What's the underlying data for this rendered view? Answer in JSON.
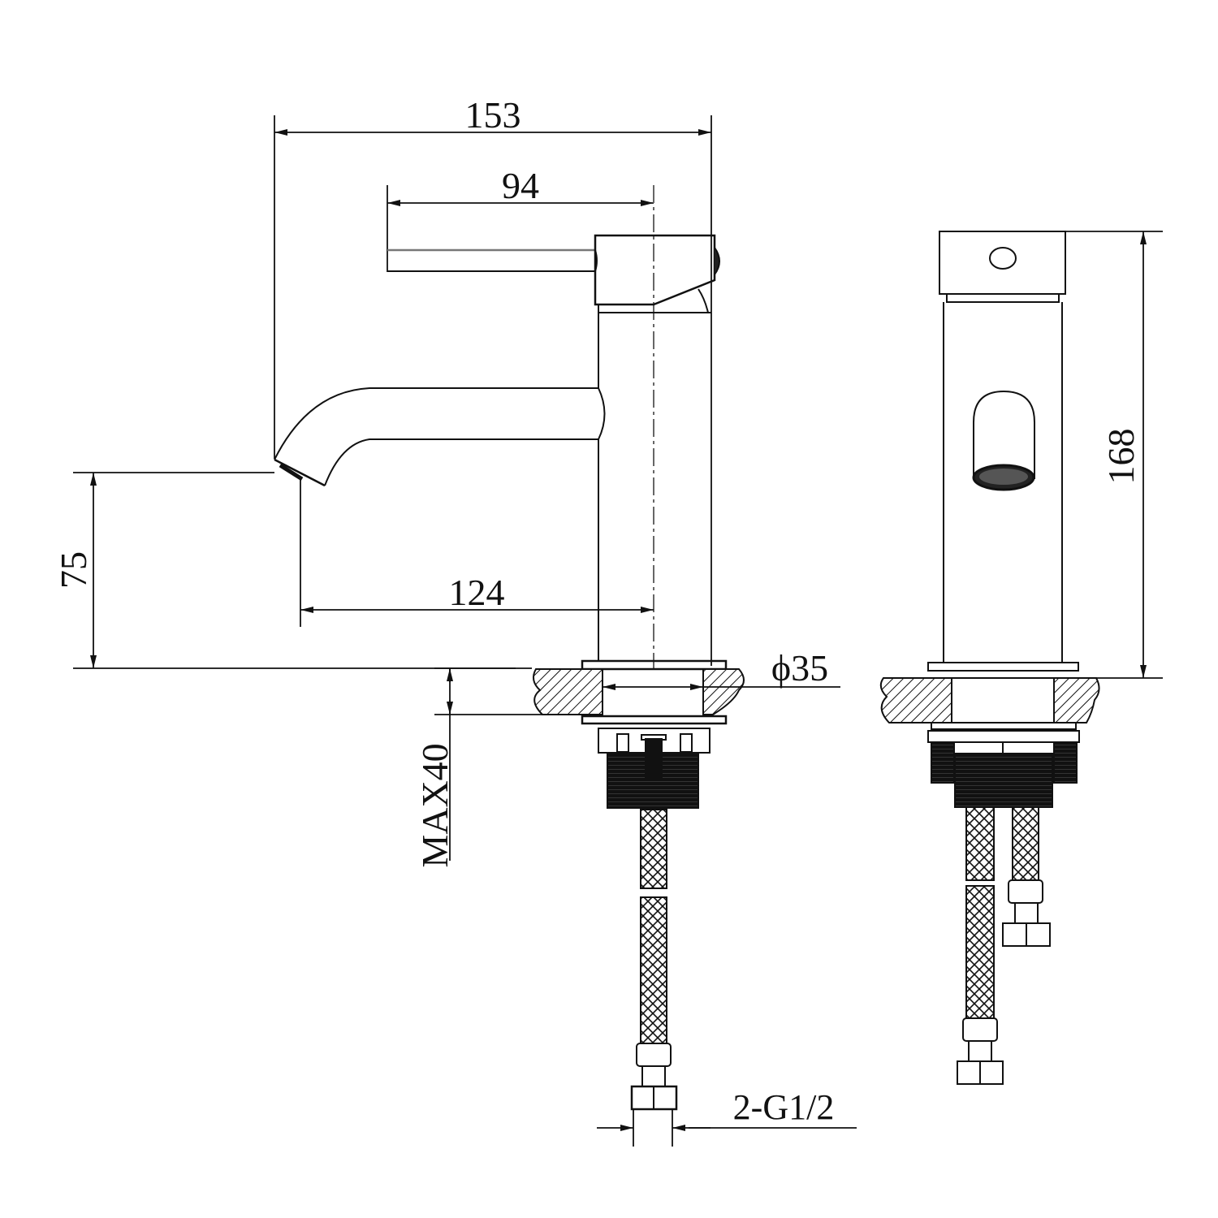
{
  "drawing": {
    "type": "basin faucet technical dimension drawing",
    "views": [
      "side-view",
      "front-view"
    ],
    "line_color": "#111111",
    "background": "#ffffff"
  },
  "dimensions": {
    "overall_width": "153",
    "handle_to_center": "94",
    "spout_reach": "124",
    "spout_height": "75",
    "base_diameter": "ϕ35",
    "max_deck_thickness": "MAX40",
    "hose_connections": "2-G1/2",
    "overall_height": "168"
  }
}
